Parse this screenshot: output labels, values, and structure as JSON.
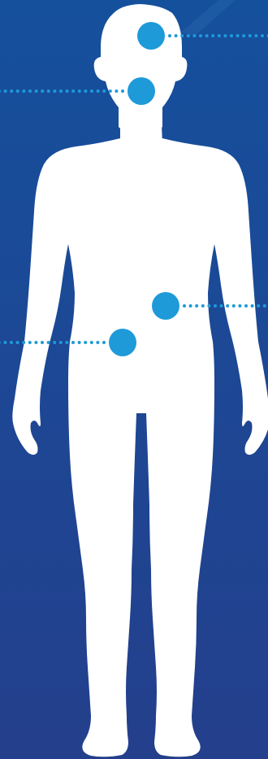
{
  "colors": {
    "background_top": "#15509d",
    "background_bottom": "#243f8c",
    "figure": "#ffffff",
    "marker": "#1e9ad9",
    "connector": "#1e9ad9",
    "glare": "#2f6db3"
  },
  "figure": {
    "icon": "human-body-silhouette-icon",
    "view": "front"
  },
  "markers": [
    {
      "name": "head-marker",
      "region": "head",
      "connector_side": "right"
    },
    {
      "name": "neck-marker",
      "region": "neck",
      "connector_side": "left"
    },
    {
      "name": "abdomen-marker",
      "region": "abdomen",
      "connector_side": "right"
    },
    {
      "name": "lower-abdomen-marker",
      "region": "lower-abdomen",
      "connector_side": "left"
    }
  ]
}
